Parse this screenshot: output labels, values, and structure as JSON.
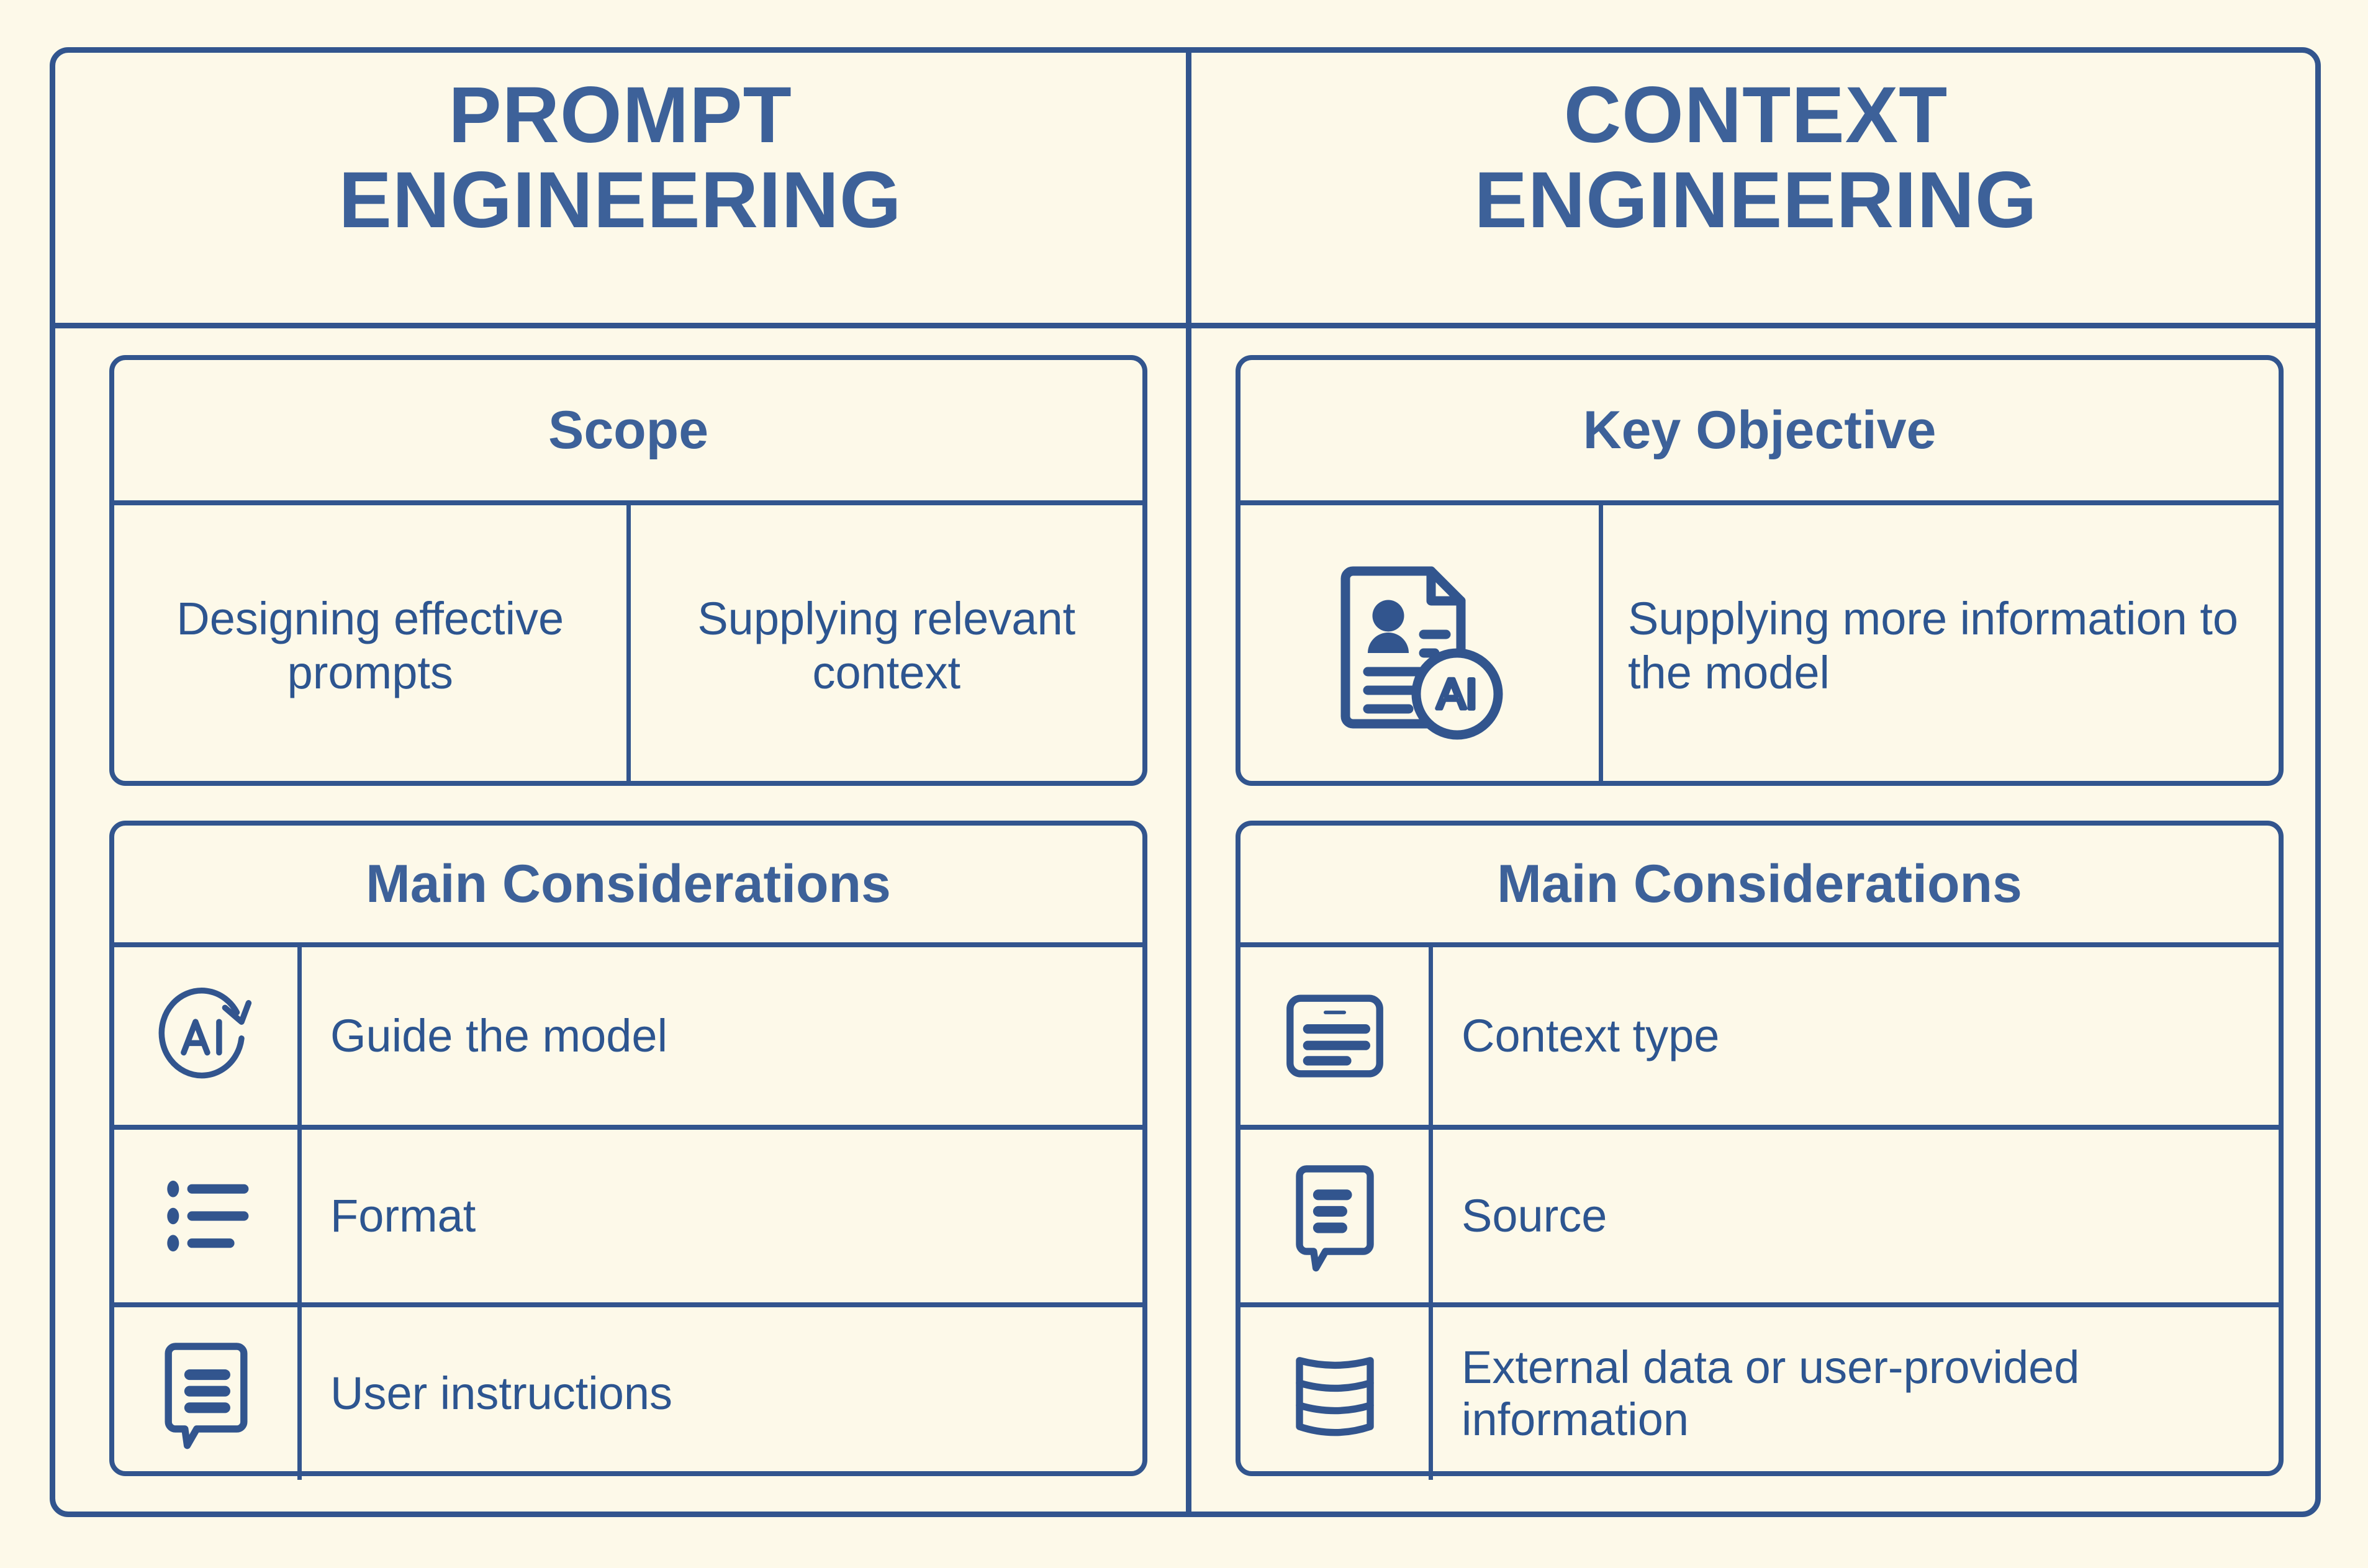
{
  "theme": {
    "background": "#fdf9e9",
    "line": "#32558e",
    "heading_blue": "#3d6199",
    "body_blue": "#2d5590"
  },
  "columns": [
    {
      "id": "prompt-engineering",
      "title_line1": "PROMPT",
      "title_line2": "ENGINEERING",
      "cards": [
        {
          "id": "scope",
          "title": "Scope",
          "cells": [
            "Designing effective prompts",
            "Supplying relevant context"
          ]
        },
        {
          "id": "main-considerations-left",
          "title": "Main Considerations",
          "rows": [
            {
              "icon": "ai-refresh-icon",
              "label": "Guide the model"
            },
            {
              "icon": "bullet-list-icon",
              "label": "Format"
            },
            {
              "icon": "speech-bubble-lines-icon",
              "label": "User instructions"
            }
          ]
        }
      ]
    },
    {
      "id": "context-engineering",
      "title_line1": "CONTEXT",
      "title_line2": "ENGINEERING",
      "cards": [
        {
          "id": "key-objective",
          "title": "Key Objective",
          "icon": "document-profile-ai-icon",
          "text": "Supplying more information to the model"
        },
        {
          "id": "main-considerations-right",
          "title": "Main Considerations",
          "rows": [
            {
              "icon": "document-lines-icon",
              "label": "Context type"
            },
            {
              "icon": "speech-bubble-lines-icon",
              "label": "Source"
            },
            {
              "icon": "database-cylinder-icon",
              "label": "External data or user-provided information"
            }
          ]
        }
      ]
    }
  ]
}
